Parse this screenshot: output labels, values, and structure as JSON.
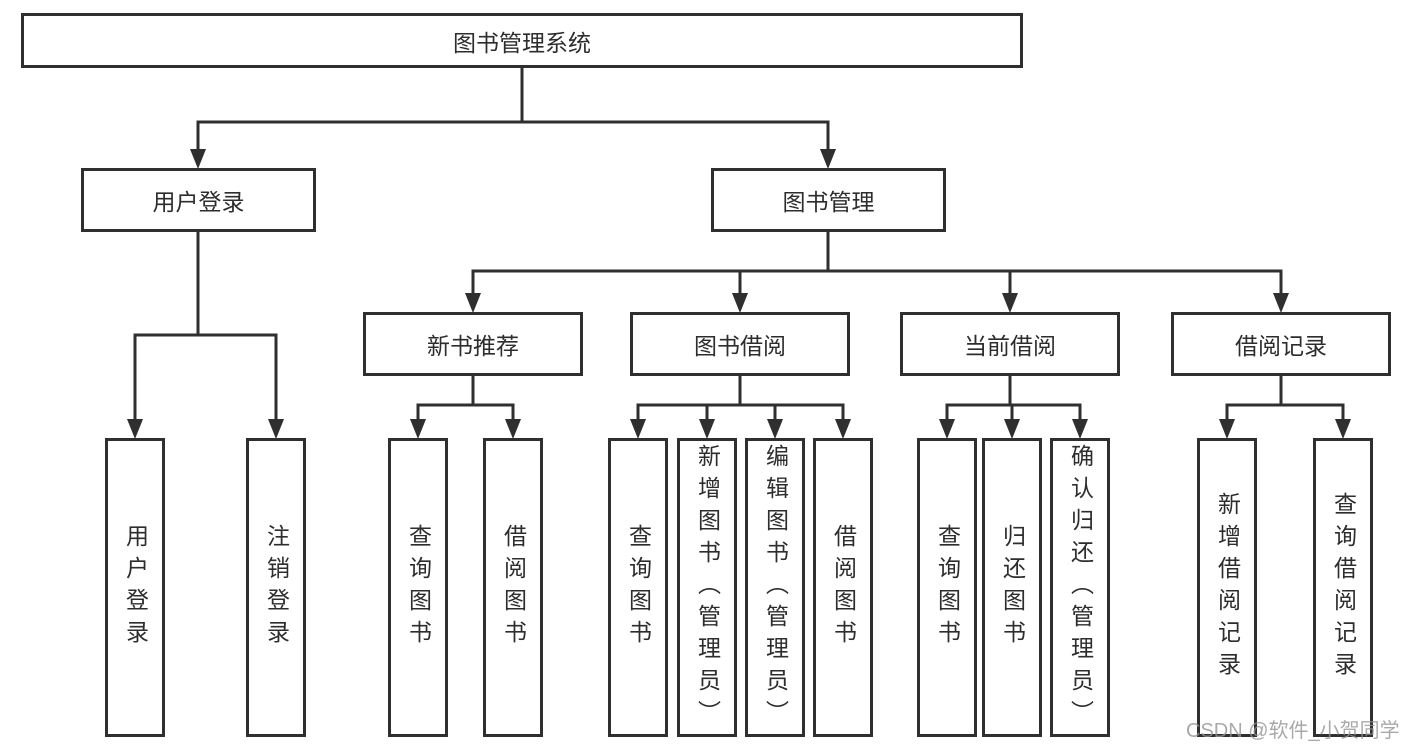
{
  "colors": {
    "line": "#2f2f2f",
    "box_border": "#2f2f2f",
    "text": "#2d2d2d",
    "background": "#ffffff",
    "watermark": "#949494"
  },
  "watermark": "CSDN @软件_小贺同学",
  "tree": {
    "label": "图书管理系统",
    "children": [
      {
        "label": "用户登录",
        "children": [
          {
            "label": "用户登录"
          },
          {
            "label": "注销登录"
          }
        ]
      },
      {
        "label": "图书管理",
        "children": [
          {
            "label": "新书推荐",
            "children": [
              {
                "label": "查询图书"
              },
              {
                "label": "借阅图书"
              }
            ]
          },
          {
            "label": "图书借阅",
            "children": [
              {
                "label": "查询图书"
              },
              {
                "label": "新增图书（管理员）"
              },
              {
                "label": "编辑图书（管理员）"
              },
              {
                "label": "借阅图书"
              }
            ]
          },
          {
            "label": "当前借阅",
            "children": [
              {
                "label": "查询图书"
              },
              {
                "label": "归还图书"
              },
              {
                "label": "确认归还（管理员）"
              }
            ]
          },
          {
            "label": "借阅记录",
            "children": [
              {
                "label": "新增借阅记录"
              },
              {
                "label": "查询借阅记录"
              }
            ]
          }
        ]
      }
    ]
  }
}
